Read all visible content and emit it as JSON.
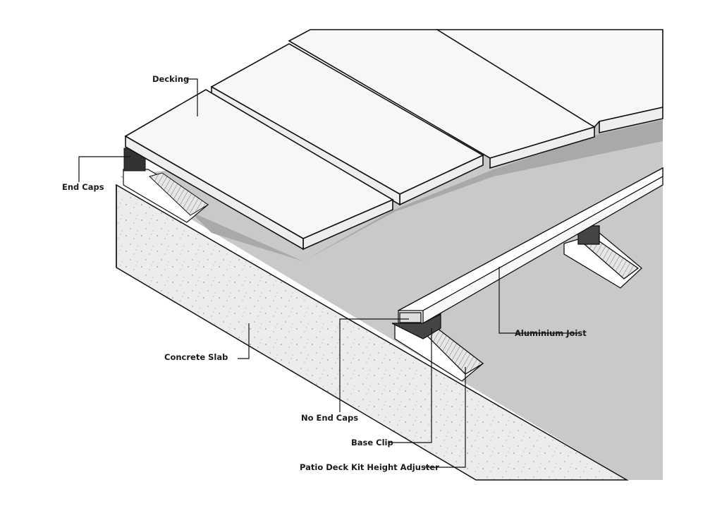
{
  "diagram": {
    "labels": {
      "decking": "Decking",
      "end_caps": "End Caps",
      "concrete_slab": "Concrete Slab",
      "aluminium_joist": "Aluminium Joist",
      "no_end_caps": "No End Caps",
      "base_clip": "Base Clip",
      "height_adjuster": "Patio Deck Kit Height Adjuster"
    },
    "colors": {
      "slab_face": "#ececec",
      "slab_top": "#c9c9c9",
      "shadow": "#a9a9a9",
      "decking": "#f7f7f7",
      "outline": "#111111"
    }
  }
}
